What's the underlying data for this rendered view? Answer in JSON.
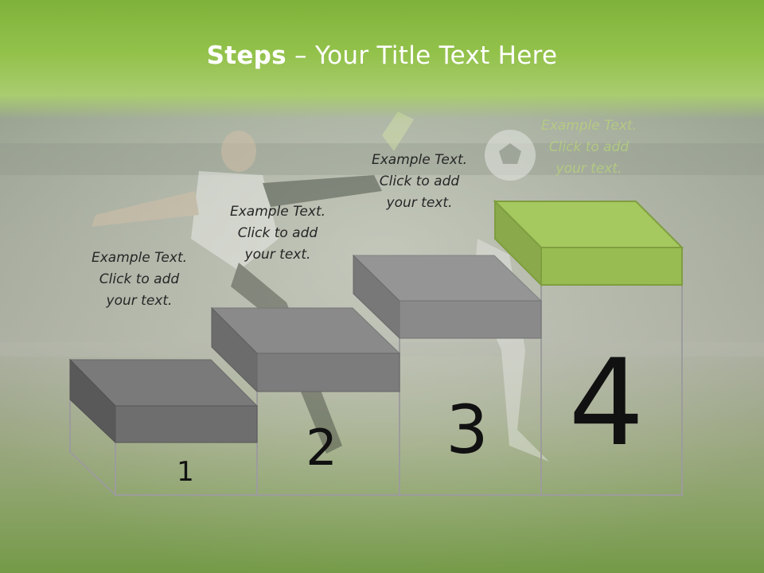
{
  "title": {
    "strong": "Steps",
    "rest": " – Your Title Text Here"
  },
  "steps": [
    {
      "number": "1",
      "text": "Example Text.\nClick  to add\nyour text."
    },
    {
      "number": "2",
      "text": "Example Text.\nClick  to add\nyour text."
    },
    {
      "number": "3",
      "text": "Example Text.\nClick  to add\nyour text."
    },
    {
      "number": "4",
      "text": "Example Text.\nClick  to add\nyour text."
    }
  ],
  "colors": {
    "accent": "#93c24b",
    "block_gray": "#8a8a8a",
    "block_dark": "#5a5a5a",
    "block_highlight": "#a5c85f"
  }
}
